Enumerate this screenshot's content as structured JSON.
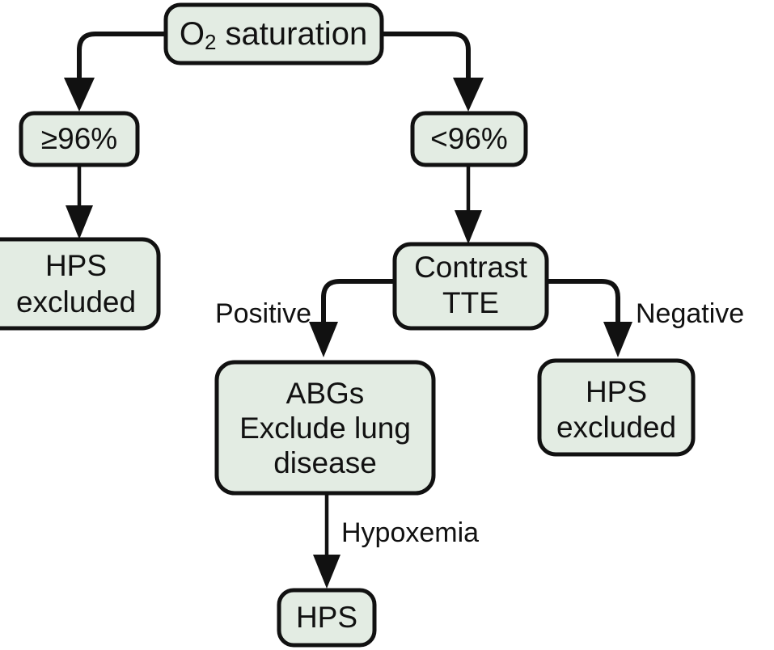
{
  "diagram": {
    "title": "O2 saturation diagnostic algorithm for HPS",
    "type": "flowchart",
    "colors": {
      "node_fill": "#e3ece3",
      "node_stroke": "#111111",
      "background": "#ffffff",
      "text": "#111111"
    },
    "nodes": [
      {
        "id": "o2-saturation",
        "label": "O2 saturation",
        "text_main": "O",
        "text_sub": "2",
        "text_rest": " saturation",
        "lines": [
          "O2 saturation"
        ]
      },
      {
        "id": "sat-ge-96",
        "label": "≥96%",
        "lines": [
          "≥96%"
        ]
      },
      {
        "id": "sat-lt-96",
        "label": "<96%",
        "lines": [
          "<96%"
        ]
      },
      {
        "id": "hps-excluded-left",
        "label": "HPS excluded",
        "lines": [
          "HPS",
          "excluded"
        ]
      },
      {
        "id": "contrast-tte",
        "label": "Contrast TTE",
        "lines": [
          "Contrast",
          "TTE"
        ]
      },
      {
        "id": "abgs-exclude-lung-disease",
        "label": "ABGs Exclude lung disease",
        "lines": [
          "ABGs",
          "Exclude lung",
          "disease"
        ]
      },
      {
        "id": "hps-excluded-right",
        "label": "HPS excluded",
        "lines": [
          "HPS",
          "excluded"
        ]
      },
      {
        "id": "hps",
        "label": "HPS",
        "lines": [
          "HPS"
        ]
      }
    ],
    "edges": [
      {
        "id": "edge-o2-to-ge96",
        "from": "o2-saturation",
        "to": "sat-ge-96",
        "label": ""
      },
      {
        "id": "edge-o2-to-lt96",
        "from": "o2-saturation",
        "to": "sat-lt-96",
        "label": ""
      },
      {
        "id": "edge-ge96-to-excluded",
        "from": "sat-ge-96",
        "to": "hps-excluded-left",
        "label": ""
      },
      {
        "id": "edge-lt96-to-tte",
        "from": "sat-lt-96",
        "to": "contrast-tte",
        "label": ""
      },
      {
        "id": "edge-tte-positive",
        "from": "contrast-tte",
        "to": "abgs-exclude-lung-disease",
        "label": "Positive"
      },
      {
        "id": "edge-tte-negative",
        "from": "contrast-tte",
        "to": "hps-excluded-right",
        "label": "Negative"
      },
      {
        "id": "edge-abgs-to-hps",
        "from": "abgs-exclude-lung-disease",
        "to": "hps",
        "label": "Hypoxemia"
      }
    ]
  }
}
